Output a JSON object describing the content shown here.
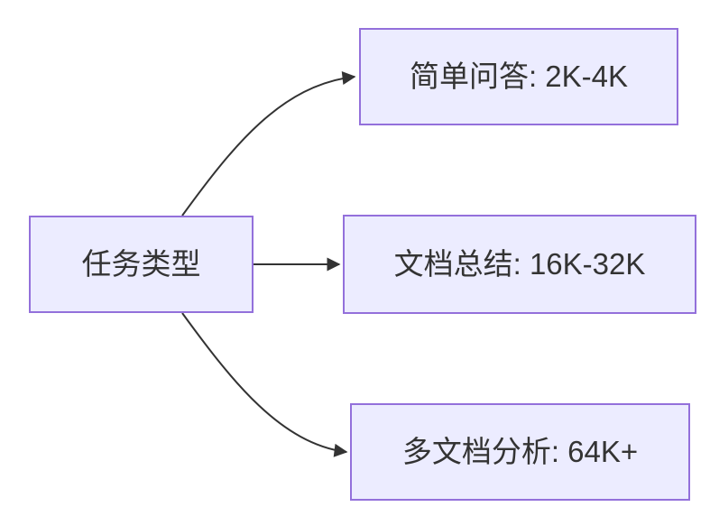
{
  "diagram": {
    "type": "flowchart",
    "direction": "left-to-right",
    "root": {
      "label": "任务类型"
    },
    "branches": [
      {
        "label": "简单问答: 2K-4K"
      },
      {
        "label": "文档总结: 16K-32K"
      },
      {
        "label": "多文档分析: 64K+"
      }
    ],
    "edges": [
      {
        "from": "root",
        "to": "branch-0",
        "style": "curved-up"
      },
      {
        "from": "root",
        "to": "branch-1",
        "style": "straight"
      },
      {
        "from": "root",
        "to": "branch-2",
        "style": "curved-down"
      }
    ],
    "colors": {
      "node_fill": "#ECECFF",
      "node_border": "#9370DB",
      "edge": "#333333",
      "text": "#333333",
      "background": "#ffffff"
    }
  }
}
